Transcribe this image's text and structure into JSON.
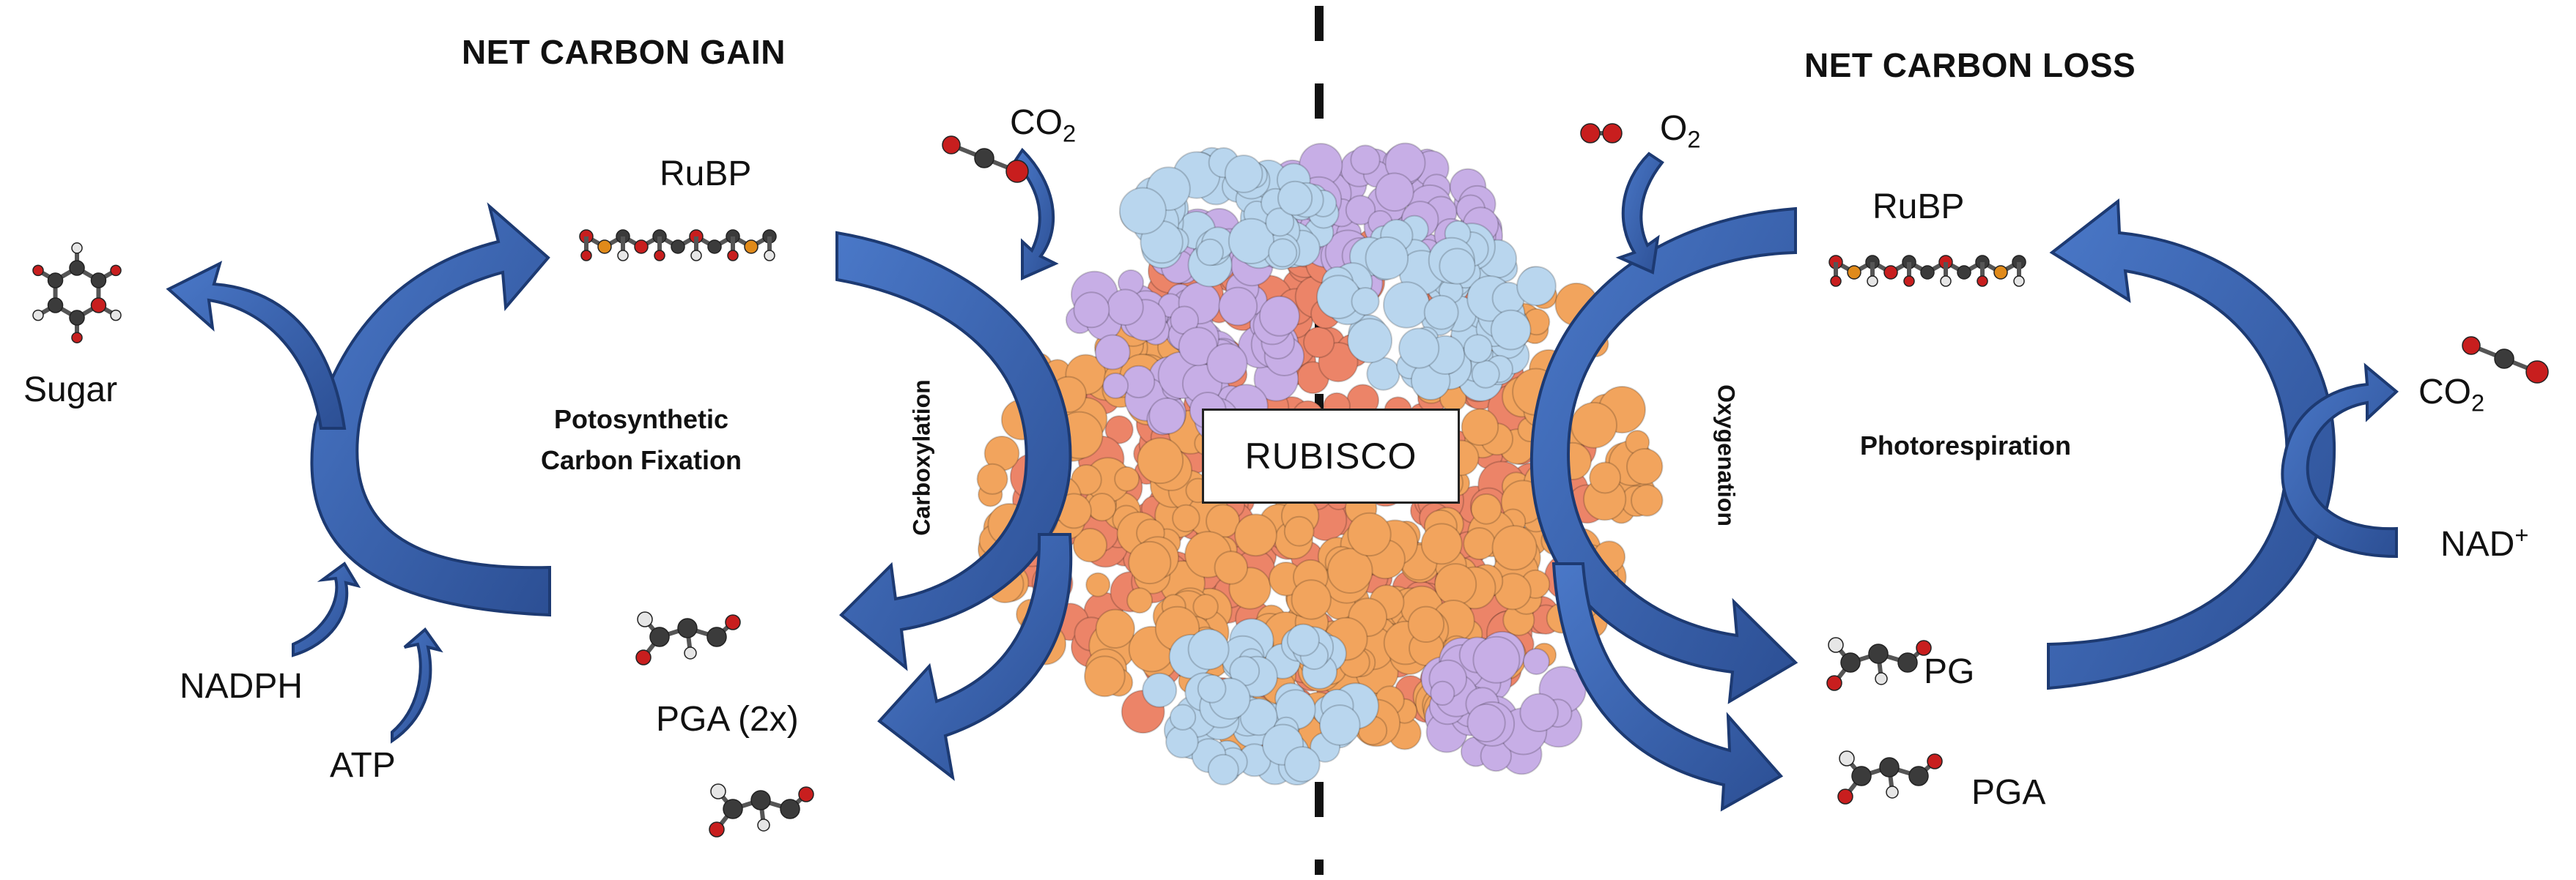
{
  "headers": {
    "left": "NET CARBON GAIN",
    "right": "NET CARBON LOSS"
  },
  "left_cycle": {
    "rubp": "RuBP",
    "sugar": "Sugar",
    "nadph": "NADPH",
    "atp": "ATP",
    "pga": "PGA (2x)",
    "process_line1": "Potosynthetic",
    "process_line2": "Carbon Fixation"
  },
  "center": {
    "enzyme": "RUBISCO",
    "carboxylation": "Carboxylation",
    "oxygenation": "Oxygenation",
    "co2_base": "CO",
    "co2_sub": "2",
    "o2_base": "O",
    "o2_sub": "2"
  },
  "right_cycle": {
    "rubp": "RuBP",
    "process": "Photorespiration",
    "pg": "PG",
    "pga": "PGA",
    "co2_base": "CO",
    "co2_sub": "2",
    "nad_base": "NAD",
    "nad_sup": "+"
  },
  "colors": {
    "arrow_blue": "#3a65b4",
    "arrow_blue_dark": "#23427e",
    "protein_salmon": "#ec8468",
    "protein_orange": "#f2a45d",
    "protein_lightblue": "#b9d6ee",
    "protein_lavender": "#c7aee6",
    "atom_carbon": "#3b3b3b",
    "atom_oxygen": "#c81e1e",
    "atom_phosphorus": "#e08a1a",
    "atom_hydrogen": "#e6e6e6"
  }
}
